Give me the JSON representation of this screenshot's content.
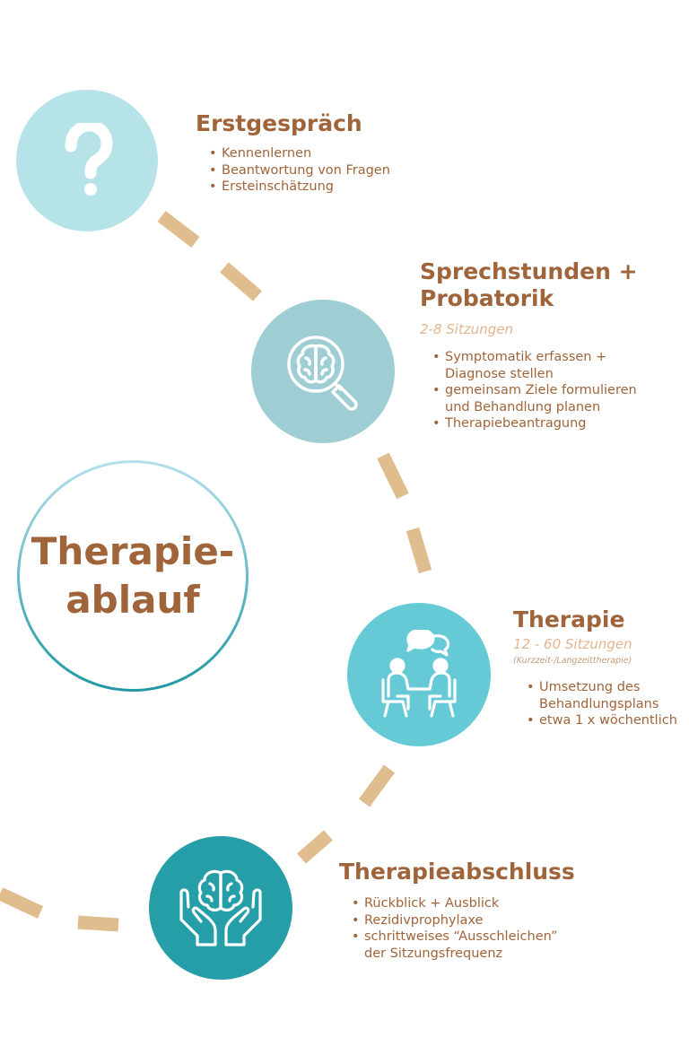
{
  "main_title": {
    "line1": "Therapie-",
    "line2": "ablauf"
  },
  "colors": {
    "brown": "#a0643a",
    "tan_dash": "#e0bd8e",
    "subtitle_peach": "#e3b58e",
    "circle_light_aqua": "#b6e3e8",
    "circle_muted_teal": "#9ecdd3",
    "circle_aqua": "#66c9d6",
    "circle_deep_teal": "#269ea8"
  },
  "steps": [
    {
      "icon": "question-mark-icon",
      "title": "Erstgespräch",
      "bullets": [
        "Kennenlernen",
        "Beantwortung von Fragen",
        "Ersteinschätzung"
      ]
    },
    {
      "icon": "brain-magnifier-icon",
      "title_line1": "Sprechstunden +",
      "title_line2": "Probatorik",
      "subtitle": "2-8 Sitzungen",
      "bullets": [
        "Symptomatik erfassen +",
        "Diagnose stellen",
        "gemeinsam Ziele formulieren",
        "und Behandlung planen",
        "Therapiebeantragung"
      ]
    },
    {
      "icon": "conversation-icon",
      "title": "Therapie",
      "subtitle": "12 - 60 Sitzungen",
      "subtitle_small": "(Kurzzeit-/Langzeittherapie)",
      "bullets": [
        "Umsetzung des",
        "Behandlungsplans",
        "etwa 1 x wöchentlich"
      ]
    },
    {
      "icon": "brain-hands-icon",
      "title": "Therapieabschluss",
      "bullets": [
        "Rückblick + Ausblick",
        "Rezidivprophylaxe",
        "schrittweises “Ausschleichen”",
        "der Sitzungsfrequenz"
      ]
    }
  ]
}
